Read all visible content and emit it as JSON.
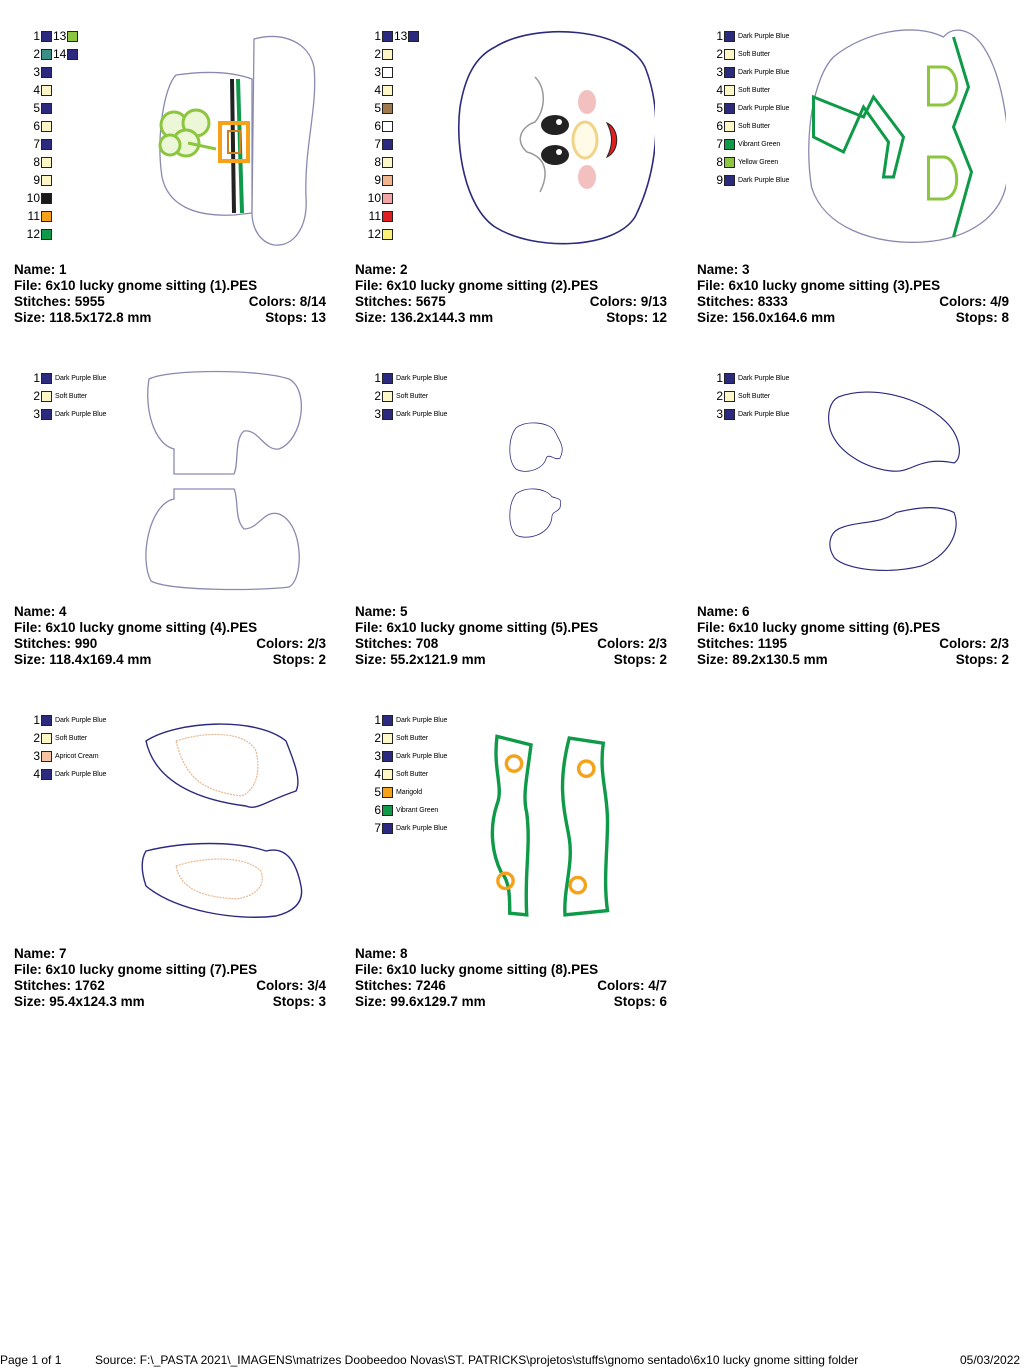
{
  "labels": {
    "name": "Name:",
    "file": "File:",
    "stitches": "Stitches:",
    "colors": "Colors:",
    "size": "Size:",
    "stops": "Stops:"
  },
  "designs": [
    {
      "name": "1",
      "file": "6x10 lucky gnome sitting (1).PES",
      "stitches": "5955",
      "colors": "8/14",
      "size": "118.5x172.8 mm",
      "stops": "13",
      "swatches": [
        {
          "n": "1",
          "color": "#2b2a7f",
          "n2": "13",
          "color2": "#8cc63f"
        },
        {
          "n": "2",
          "color": "#3b8f86",
          "n2": "14",
          "color2": "#2b2a7f"
        },
        {
          "n": "3",
          "color": "#2b2a7f"
        },
        {
          "n": "4",
          "color": "#fdf6c6"
        },
        {
          "n": "5",
          "color": "#2b2a7f"
        },
        {
          "n": "6",
          "color": "#fdf6c6"
        },
        {
          "n": "7",
          "color": "#2b2a7f"
        },
        {
          "n": "8",
          "color": "#fdf6c6"
        },
        {
          "n": "9",
          "color": "#fdf6c6"
        },
        {
          "n": "10",
          "color": "#1a1a1a"
        },
        {
          "n": "11",
          "color": "#f5a11a"
        },
        {
          "n": "12",
          "color": "#0e9a48"
        }
      ]
    },
    {
      "name": "2",
      "file": "6x10 lucky gnome sitting (2).PES",
      "stitches": "5675",
      "colors": "9/13",
      "size": "136.2x144.3 mm",
      "stops": "12",
      "swatches": [
        {
          "n": "1",
          "color": "#2b2a7f",
          "n2": "13",
          "color2": "#2b2a7f"
        },
        {
          "n": "2",
          "color": "#fdf6c6"
        },
        {
          "n": "3",
          "color": "#ffffff"
        },
        {
          "n": "4",
          "color": "#fdf6c6"
        },
        {
          "n": "5",
          "color": "#a07a4e"
        },
        {
          "n": "6",
          "color": "#ffffff"
        },
        {
          "n": "7",
          "color": "#2b2a7f"
        },
        {
          "n": "8",
          "color": "#fdf6c6"
        },
        {
          "n": "9",
          "color": "#f2b48c"
        },
        {
          "n": "10",
          "color": "#f3a4a4"
        },
        {
          "n": "11",
          "color": "#e02020"
        },
        {
          "n": "12",
          "color": "#fbf07a"
        }
      ]
    },
    {
      "name": "3",
      "file": "6x10 lucky gnome sitting (3).PES",
      "stitches": "8333",
      "colors": "4/9",
      "size": "156.0x164.6 mm",
      "stops": "8",
      "swatches": [
        {
          "n": "1",
          "color": "#2b2a7f",
          "label": "Dark Purple Blue"
        },
        {
          "n": "2",
          "color": "#fdf6c6",
          "label": "Soft Butter"
        },
        {
          "n": "3",
          "color": "#2b2a7f",
          "label": "Dark Purple Blue"
        },
        {
          "n": "4",
          "color": "#fdf6c6",
          "label": "Soft Butter"
        },
        {
          "n": "5",
          "color": "#2b2a7f",
          "label": "Dark Purple Blue"
        },
        {
          "n": "6",
          "color": "#fdf6c6",
          "label": "Soft Butter"
        },
        {
          "n": "7",
          "color": "#0e9a48",
          "label": "Vibrant Green"
        },
        {
          "n": "8",
          "color": "#8cc63f",
          "label": "Yellow Green"
        },
        {
          "n": "9",
          "color": "#2b2a7f",
          "label": "Dark Purple Blue"
        }
      ]
    },
    {
      "name": "4",
      "file": "6x10 lucky gnome sitting (4).PES",
      "stitches": "990",
      "colors": "2/3",
      "size": "118.4x169.4 mm",
      "stops": "2",
      "swatches": [
        {
          "n": "1",
          "color": "#2b2a7f",
          "label": "Dark Purple Blue"
        },
        {
          "n": "2",
          "color": "#fdf6c6",
          "label": "Soft Butter"
        },
        {
          "n": "3",
          "color": "#2b2a7f",
          "label": "Dark Purple Blue"
        }
      ]
    },
    {
      "name": "5",
      "file": "6x10 lucky gnome sitting (5).PES",
      "stitches": "708",
      "colors": "2/3",
      "size": "55.2x121.9 mm",
      "stops": "2",
      "swatches": [
        {
          "n": "1",
          "color": "#2b2a7f",
          "label": "Dark Purple Blue"
        },
        {
          "n": "2",
          "color": "#fdf6c6",
          "label": "Soft Butter"
        },
        {
          "n": "3",
          "color": "#2b2a7f",
          "label": "Dark Purple Blue"
        }
      ]
    },
    {
      "name": "6",
      "file": "6x10 lucky gnome sitting (6).PES",
      "stitches": "1195",
      "colors": "2/3",
      "size": "89.2x130.5 mm",
      "stops": "2",
      "swatches": [
        {
          "n": "1",
          "color": "#2b2a7f",
          "label": "Dark Purple Blue"
        },
        {
          "n": "2",
          "color": "#fdf6c6",
          "label": "Soft Butter"
        },
        {
          "n": "3",
          "color": "#2b2a7f",
          "label": "Dark Purple Blue"
        }
      ]
    },
    {
      "name": "7",
      "file": "6x10 lucky gnome sitting (7).PES",
      "stitches": "1762",
      "colors": "3/4",
      "size": "95.4x124.3 mm",
      "stops": "3",
      "swatches": [
        {
          "n": "1",
          "color": "#2b2a7f",
          "label": "Dark Purple Blue"
        },
        {
          "n": "2",
          "color": "#fdf6c6",
          "label": "Soft Butter"
        },
        {
          "n": "3",
          "color": "#f6c3a5",
          "label": "Apricot Cream"
        },
        {
          "n": "4",
          "color": "#2b2a7f",
          "label": "Dark Purple Blue"
        }
      ]
    },
    {
      "name": "8",
      "file": "6x10 lucky gnome sitting (8).PES",
      "stitches": "7246",
      "colors": "4/7",
      "size": "99.6x129.7 mm",
      "stops": "6",
      "swatches": [
        {
          "n": "1",
          "color": "#2b2a7f",
          "label": "Dark Purple Blue"
        },
        {
          "n": "2",
          "color": "#fdf6c6",
          "label": "Soft Butter"
        },
        {
          "n": "3",
          "color": "#2b2a7f",
          "label": "Dark Purple Blue"
        },
        {
          "n": "4",
          "color": "#fdf6c6",
          "label": "Soft Butter"
        },
        {
          "n": "5",
          "color": "#f5a11a",
          "label": "Marigold"
        },
        {
          "n": "6",
          "color": "#0e9a48",
          "label": "Vibrant Green"
        },
        {
          "n": "7",
          "color": "#2b2a7f",
          "label": "Dark Purple Blue"
        }
      ]
    }
  ],
  "footer": {
    "page": "Page 1 of 1",
    "source": "Source: F:\\_PASTA 2021\\_IMAGENS\\matrizes Doobeedoo Novas\\ST. PATRICKS\\projetos\\stuffs\\gnomo sentado\\6x10 lucky gnome sitting folder",
    "date": "05/03/2022"
  }
}
